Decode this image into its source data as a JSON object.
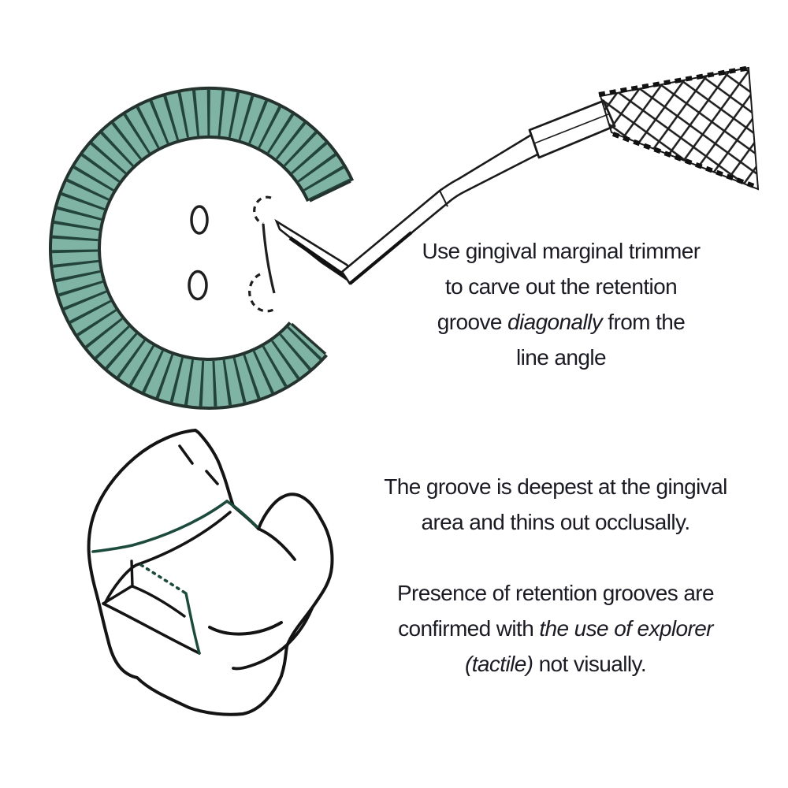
{
  "page": {
    "background": "#ffffff"
  },
  "colors": {
    "enamel_teal": "#7fb3a3",
    "enamel_hatch": "#23443b",
    "ring_outline": "#24332d",
    "ink_black": "#161616",
    "tooth_detail_green": "#1c4a3c",
    "text_ink": "#1b1b24"
  },
  "captions": {
    "trimmer_note": {
      "line1": "Use gingival marginal trimmer",
      "line2": "to carve out the retention",
      "line3_pre": "groove ",
      "line3_italic": "diagonally",
      "line3_post": " from the",
      "line4": "line angle"
    },
    "groove_note": {
      "p1_line1": "The groove is deepest at the gingival",
      "p1_line2": "area and thins out occlusally.",
      "p2_line1": "Presence of retention grooves are",
      "p2_line2_pre": "confirmed with ",
      "p2_line2_italic": "the use of explorer",
      "p2_line3_italic": "(tactile)",
      "p2_line3_post": " not visually."
    }
  }
}
